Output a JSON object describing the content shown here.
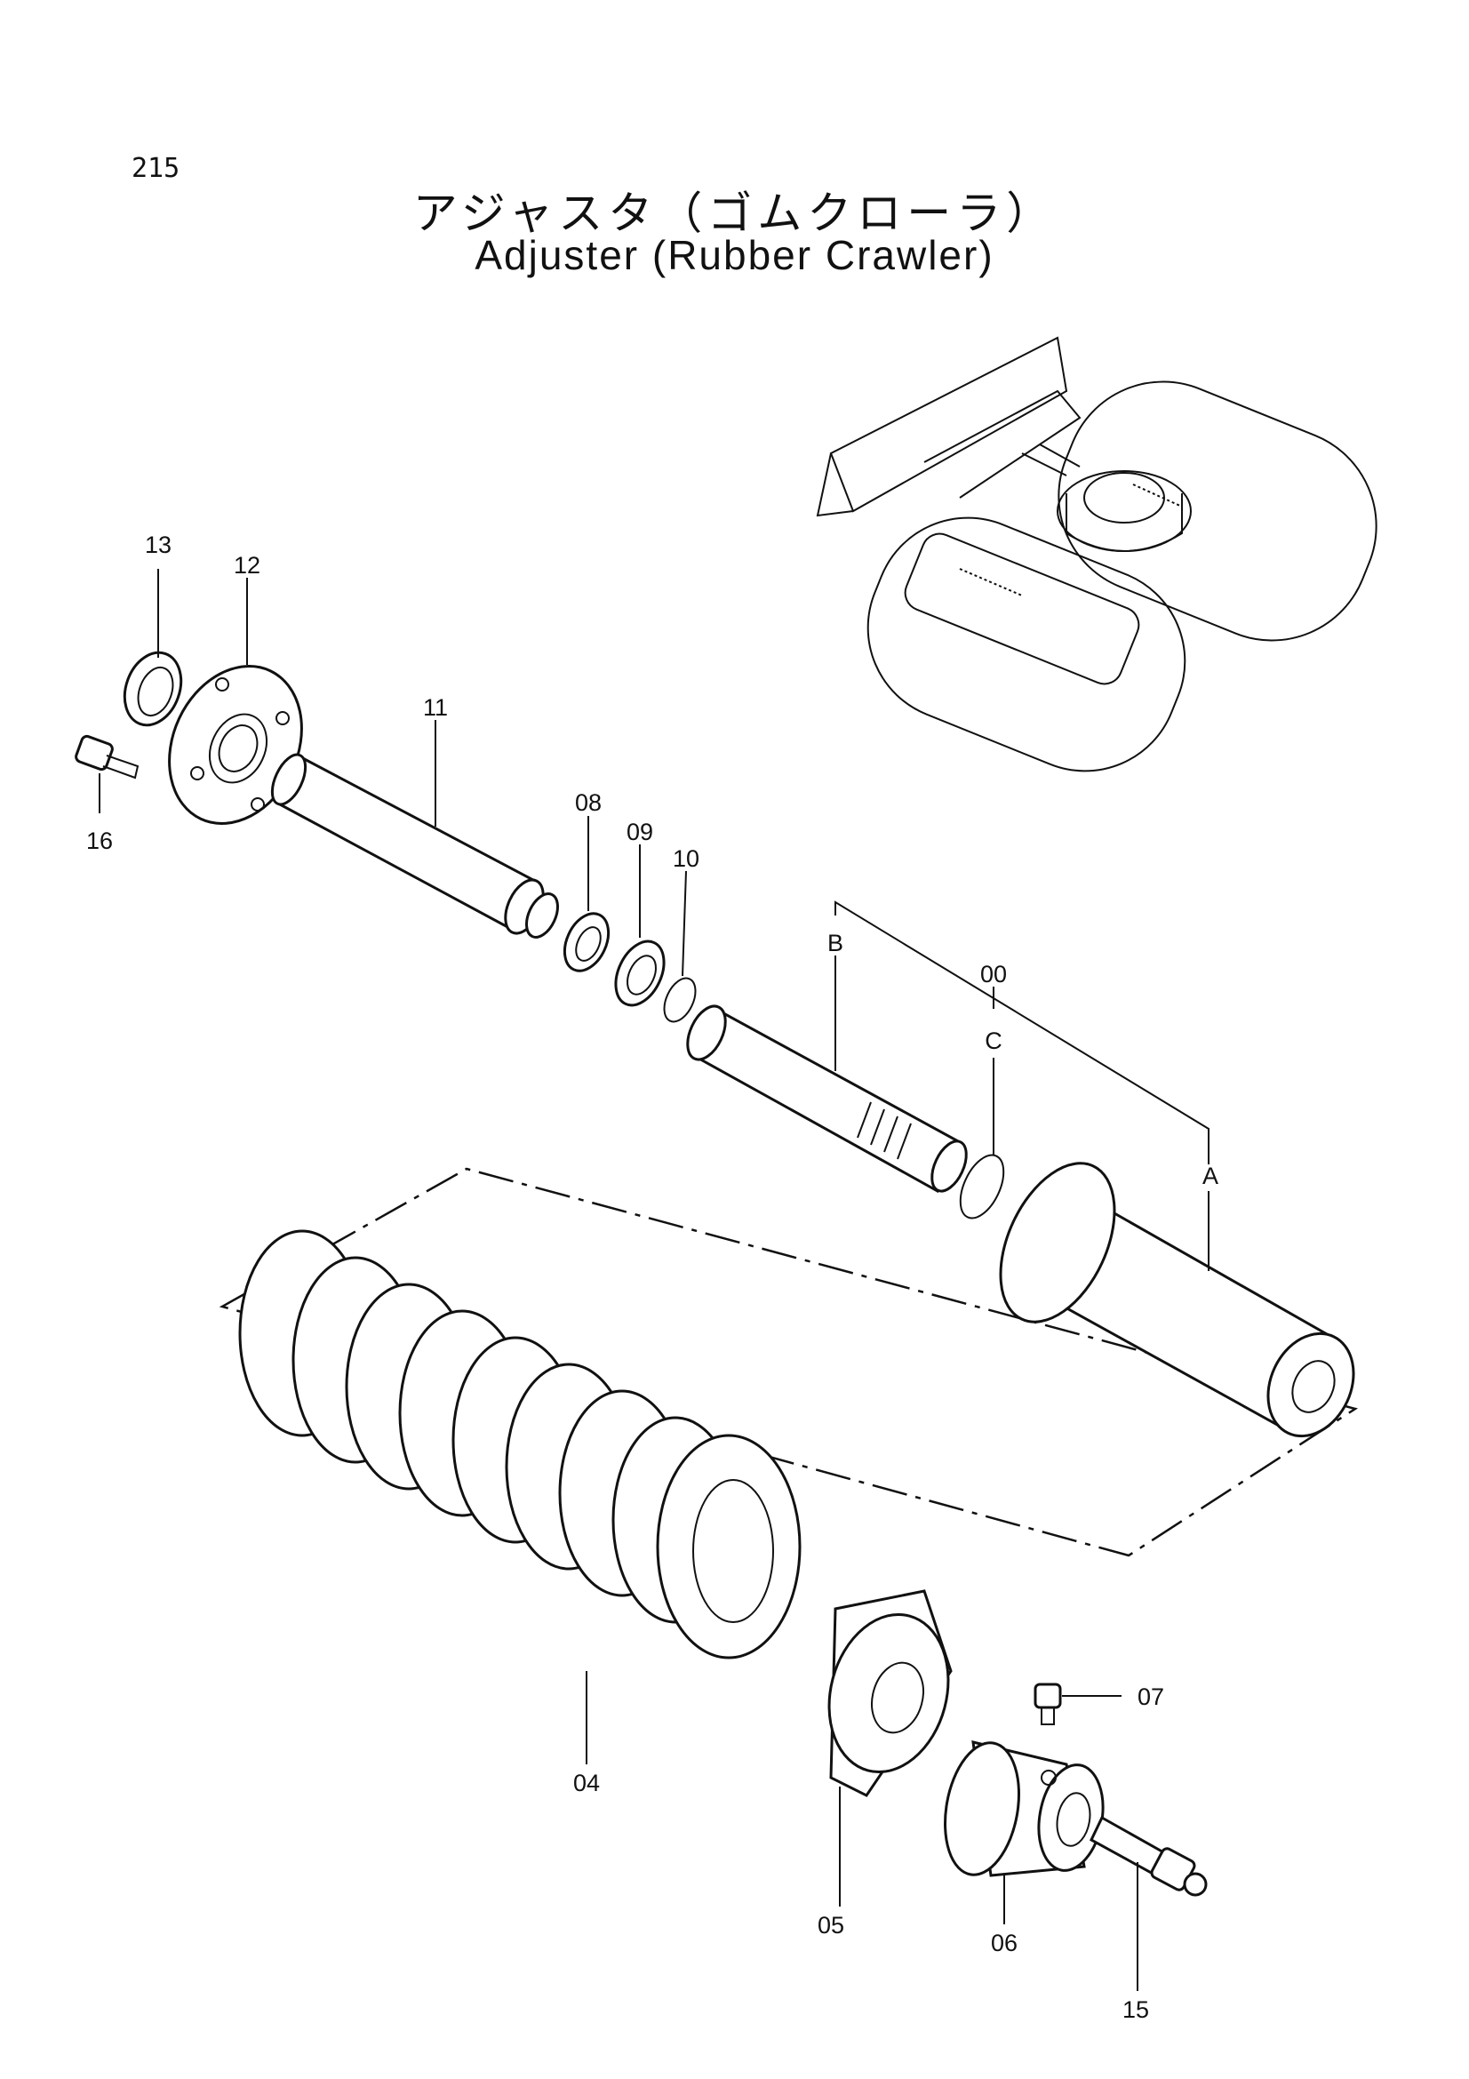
{
  "page": {
    "number": "215",
    "title_jp": "アジャスタ（ゴムクローラ）",
    "title_en": "Adjuster (Rubber Crawler)"
  },
  "callouts": {
    "c13": "13",
    "c12": "12",
    "c16": "16",
    "c11": "11",
    "c08": "08",
    "c09": "09",
    "c10": "10",
    "cB": "B",
    "c00": "00",
    "cC": "C",
    "cA": "A",
    "c07": "07",
    "c04": "04",
    "c05": "05",
    "c06": "06",
    "c15": "15"
  }
}
